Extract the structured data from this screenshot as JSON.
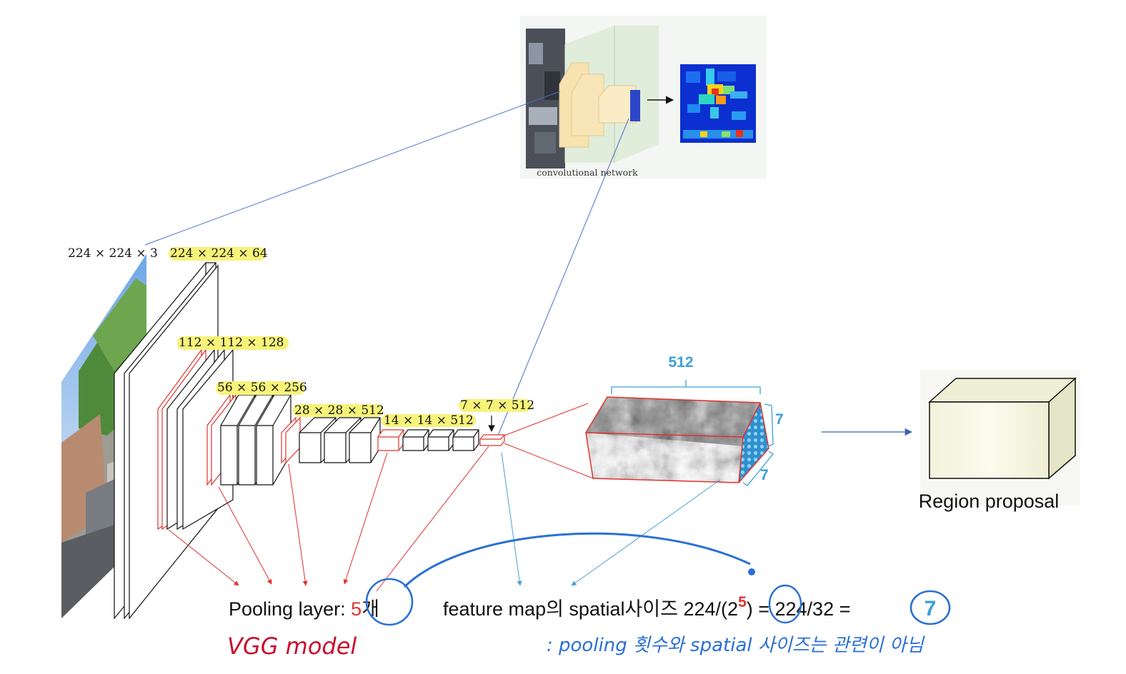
{
  "inset": {
    "caption": "convolutional network"
  },
  "layer_labels": {
    "input": "224 × 224 × 3",
    "conv1": "224 × 224 × 64",
    "conv2": "112 × 112 × 128",
    "conv3": "56 × 56 × 256",
    "conv4": "28 × 28 × 512",
    "conv5": "14 × 14 × 512",
    "output": "7 × 7 × 512"
  },
  "feature_map": {
    "depth_label": "512",
    "height_label": "7",
    "width_label": "7"
  },
  "region_proposal": {
    "label": "Region proposal"
  },
  "notes": {
    "pooling_prefix": "Pooling layer: ",
    "pooling_count": "5",
    "pooling_suffix": "개",
    "formula_prefix": "feature map의 spatial사이즈 224/(2",
    "formula_exponent": "5",
    "formula_suffix": ") = 224/32 =",
    "formula_result": "7",
    "model_name": "VGG model",
    "remark": ": pooling 횟수와 spatial 사이즈는 관련이 아님"
  },
  "colors": {
    "pool_red": "#e0322d",
    "accent_blue": "#3aa0dc",
    "ink_blue": "#2a6fd6",
    "guide_blue": "#4a6fc9",
    "hand_red": "#c8102e",
    "highlight": "#f7f37a"
  }
}
